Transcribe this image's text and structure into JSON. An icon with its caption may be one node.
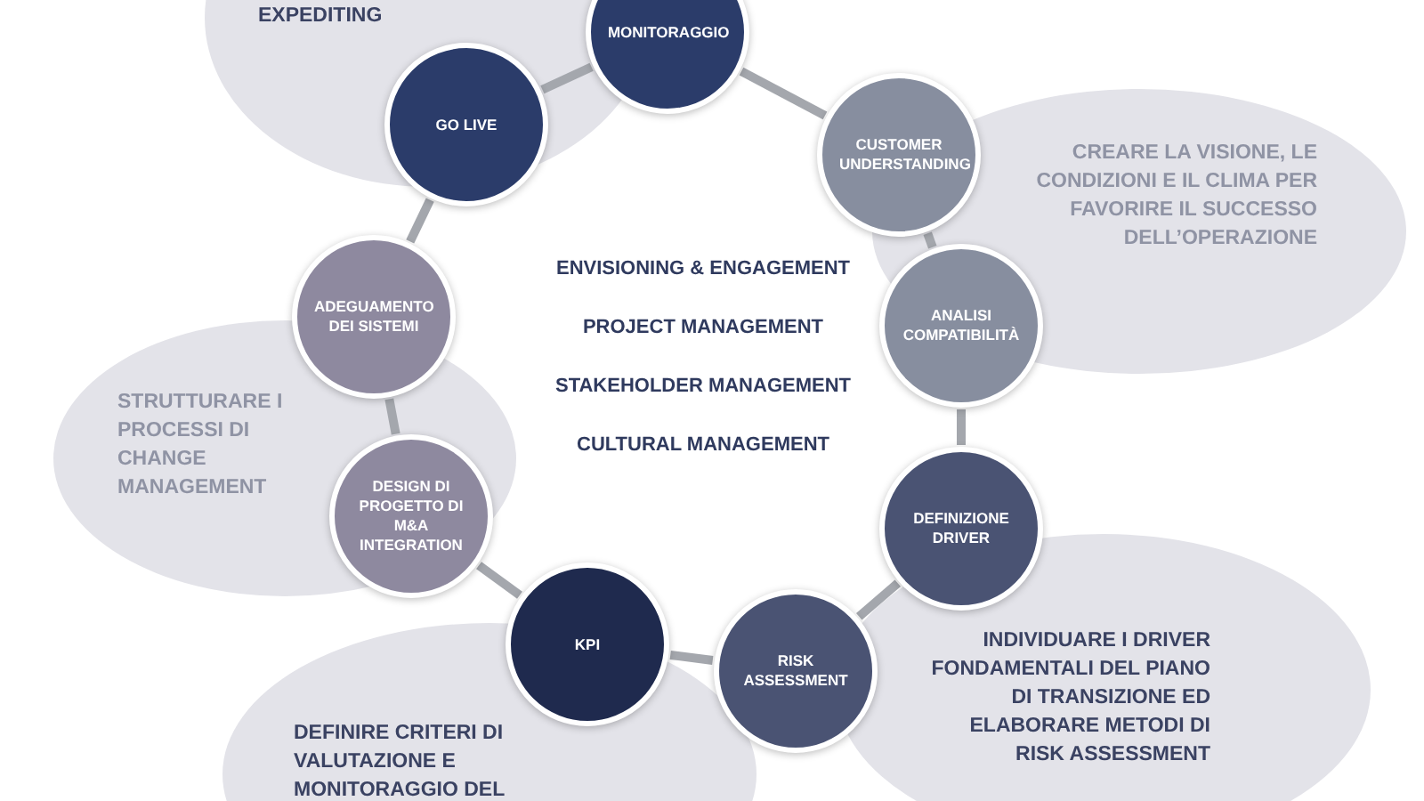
{
  "diagram": {
    "nodes": [
      {
        "text": [
          "EXPEDITING"
        ]
      },
      {
        "text": [
          "CREARE LA VISIONE, LE CONDIZIONI E IL CLIMA PER FAVORIRE IL SUCCESSO DELL’OPERAZIONE"
        ]
      },
      {
        "text": [
          "STRUTTURARE I PROCESSI DI CHANGE MANAGEMENT"
        ]
      },
      {
        "text": [
          "INDIVIDUARE I DRIVER FONDAMENTALI DEL PIANO DI TRANSIZIONE ED ELABORARE METODI DI RISK ASSESSMENT"
        ]
      },
      {
        "text": [
          "DEFINIRE CRITERI DI VALUTAZIONE E MONITORAGGIO DEL"
        ]
      },
      {
        "text": [
          "MONITORAGGIO"
        ]
      },
      {
        "text": [
          "GO LIVE"
        ]
      },
      {
        "text": [
          "CUSTOMER UNDERSTANDING"
        ]
      },
      {
        "text": [
          "ADEGUAMENTO DEI SISTEMI"
        ]
      },
      {
        "text": [
          "ANALISI COMPATIBILITÀ"
        ]
      },
      {
        "text": [
          "DESIGN DI PROGETTO DI M&A INTEGRATION"
        ]
      },
      {
        "text": [
          "DEFINIZIONE DRIVER"
        ]
      },
      {
        "text": [
          "KPI"
        ]
      },
      {
        "text": [
          "RISK ASSESSMENT"
        ]
      }
    ],
    "edges": [
      {
        "from": 6,
        "to": 5,
        "arrow": "none"
      },
      {
        "from": 5,
        "to": 7,
        "arrow": "none"
      },
      {
        "from": 7,
        "to": 9,
        "arrow": "none"
      },
      {
        "from": 9,
        "to": 11,
        "arrow": "none"
      },
      {
        "from": 11,
        "to": 13,
        "arrow": "none"
      },
      {
        "from": 13,
        "to": 12,
        "arrow": "none"
      },
      {
        "from": 12,
        "to": 10,
        "arrow": "none"
      },
      {
        "from": 10,
        "to": 8,
        "arrow": "none"
      },
      {
        "from": 8,
        "to": 6,
        "arrow": "none"
      }
    ],
    "labels": [
      "ENVISIONING & ENGAGEMENT",
      "PROJECT MANAGEMENT",
      "STAKEHOLDER MANAGEMENT",
      "CULTURAL MANAGEMENT"
    ]
  }
}
